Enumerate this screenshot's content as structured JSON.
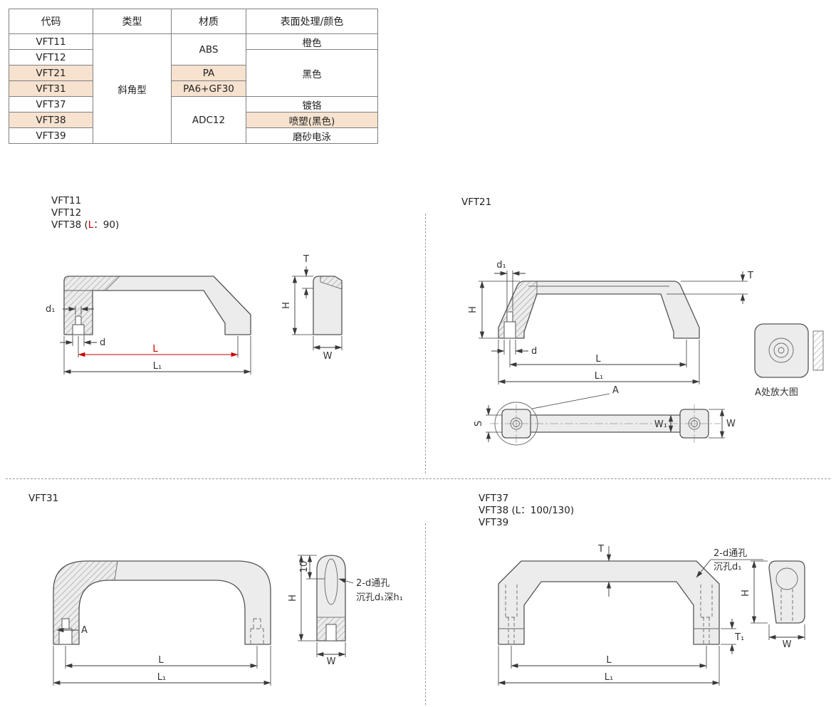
{
  "table": {
    "headers": [
      "代码",
      "类型",
      "材质",
      "表面处理/颜色"
    ],
    "codes": [
      "VFT11",
      "VFT12",
      "VFT21",
      "VFT31",
      "VFT37",
      "VFT38",
      "VFT39"
    ],
    "type": "斜角型",
    "materials": [
      "ABS",
      "PA",
      "PA6+GF30",
      "ADC12"
    ],
    "finishes": [
      "橙色",
      "黑色",
      "镀铬",
      "喷塑(黑色)",
      "磨砂电泳"
    ],
    "highlighted_codes": [
      "VFT21",
      "VFT31",
      "VFT38"
    ],
    "highlighted_materials": [
      "PA",
      "PA6+GF30"
    ],
    "highlighted_finishes": [
      "喷塑(黑色)"
    ]
  },
  "titles": {
    "tl": {
      "line1": "VFT11",
      "line2": "VFT12",
      "line3_pre": "VFT38 (",
      "line3_l": "L",
      "line3_post": "：90)"
    },
    "tr": {
      "line1": "VFT21"
    },
    "bl": {
      "line1": "VFT31"
    },
    "br": {
      "line1": "VFT37",
      "line2": "VFT38 (L：100/130)",
      "line3": "VFT39"
    }
  },
  "dims": {
    "d1": "d₁",
    "d": "d",
    "L": "L",
    "L1": "L₁",
    "H": "H",
    "T": "T",
    "T1": "T₁",
    "W": "W",
    "W1": "W₁",
    "S": "S",
    "A": "A",
    "ten": "10"
  },
  "notes": {
    "detail_a": "A处放大图",
    "counterbore_deep_line1": "2-d通孔",
    "counterbore_deep_line2": "沉孔d₁深h₁",
    "counterbore_line1": "2-d通孔",
    "counterbore_line2": "沉孔d₁"
  },
  "colors": {
    "accent_red": "#cc0000",
    "highlight": "#f6e2cf",
    "part_fill": "#ececec",
    "line": "#3a3a3a"
  }
}
